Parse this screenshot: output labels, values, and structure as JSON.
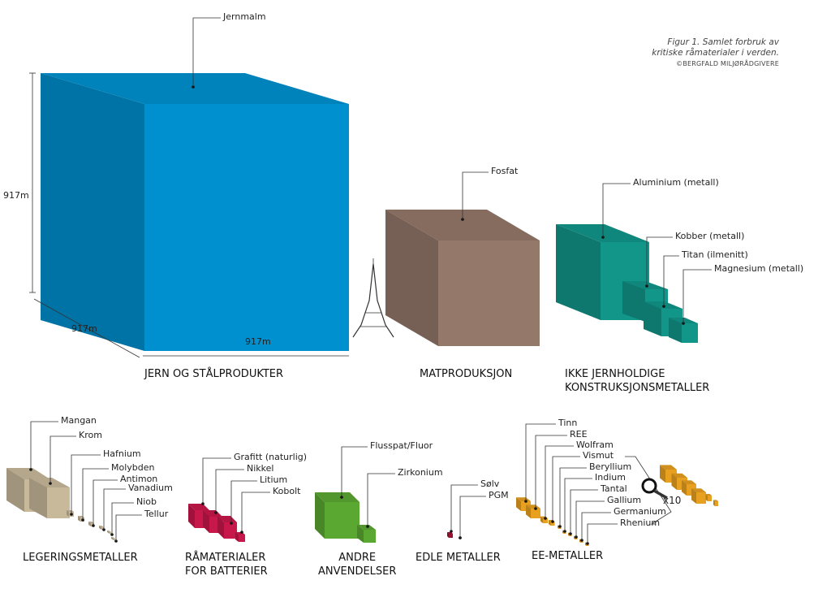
{
  "figure": {
    "caption_line1": "Figur 1. Samlet forbruk av",
    "caption_line2": "kritiske råmaterialer i verden.",
    "copyright": "©BERGFALD MILJØRÅDGIVERE"
  },
  "dimensions": {
    "height": "917m",
    "depth": "917m",
    "width": "917m"
  },
  "groups": {
    "iron": {
      "title": "JERN OG STÅLPRODUKTER",
      "items": [
        "Jernmalm"
      ]
    },
    "food": {
      "title": "MATPRODUKSJON",
      "items": [
        "Fosfat"
      ]
    },
    "nonferrous": {
      "title_line1": "IKKE JERNHOLDIGE",
      "title_line2": "KONSTRUKSJONSMETALLER",
      "items": [
        "Aluminium (metall)",
        "Kobber (metall)",
        "Titan (ilmenitt)",
        "Magnesium (metall)"
      ]
    },
    "alloy": {
      "title": "LEGERINGSMETALLER",
      "items": [
        "Mangan",
        "Krom",
        "Hafnium",
        "Molybden",
        "Antimon",
        "Vanadium",
        "Niob",
        "Tellur"
      ]
    },
    "battery": {
      "title_line1": "RÅMATERIALER",
      "title_line2": "FOR BATTERIER",
      "items": [
        "Grafitt (naturlig)",
        "Nikkel",
        "Litium",
        "Kobolt"
      ]
    },
    "other": {
      "title_line1": "ANDRE",
      "title_line2": "ANVENDELSER",
      "items": [
        "Flusspat/Fluor",
        "Zirkonium"
      ]
    },
    "precious": {
      "title": "EDLE METALLER",
      "items": [
        "Sølv",
        "PGM"
      ]
    },
    "ee": {
      "title": "EE-METALLER",
      "items": [
        "Tinn",
        "REE",
        "Wolfram",
        "Vismut",
        "Beryllium",
        "Indium",
        "Tantal",
        "Gallium",
        "Germanium",
        "Rhenium"
      ],
      "zoom_label": "x10"
    }
  },
  "colors": {
    "iron": "#0090d0",
    "food": "#94786a",
    "nonferrous": "#12968a",
    "alloy": "#c9b99b",
    "battery": "#c8174a",
    "other": "#5aa832",
    "precious": "#9a1030",
    "ee": "#e8a020"
  }
}
